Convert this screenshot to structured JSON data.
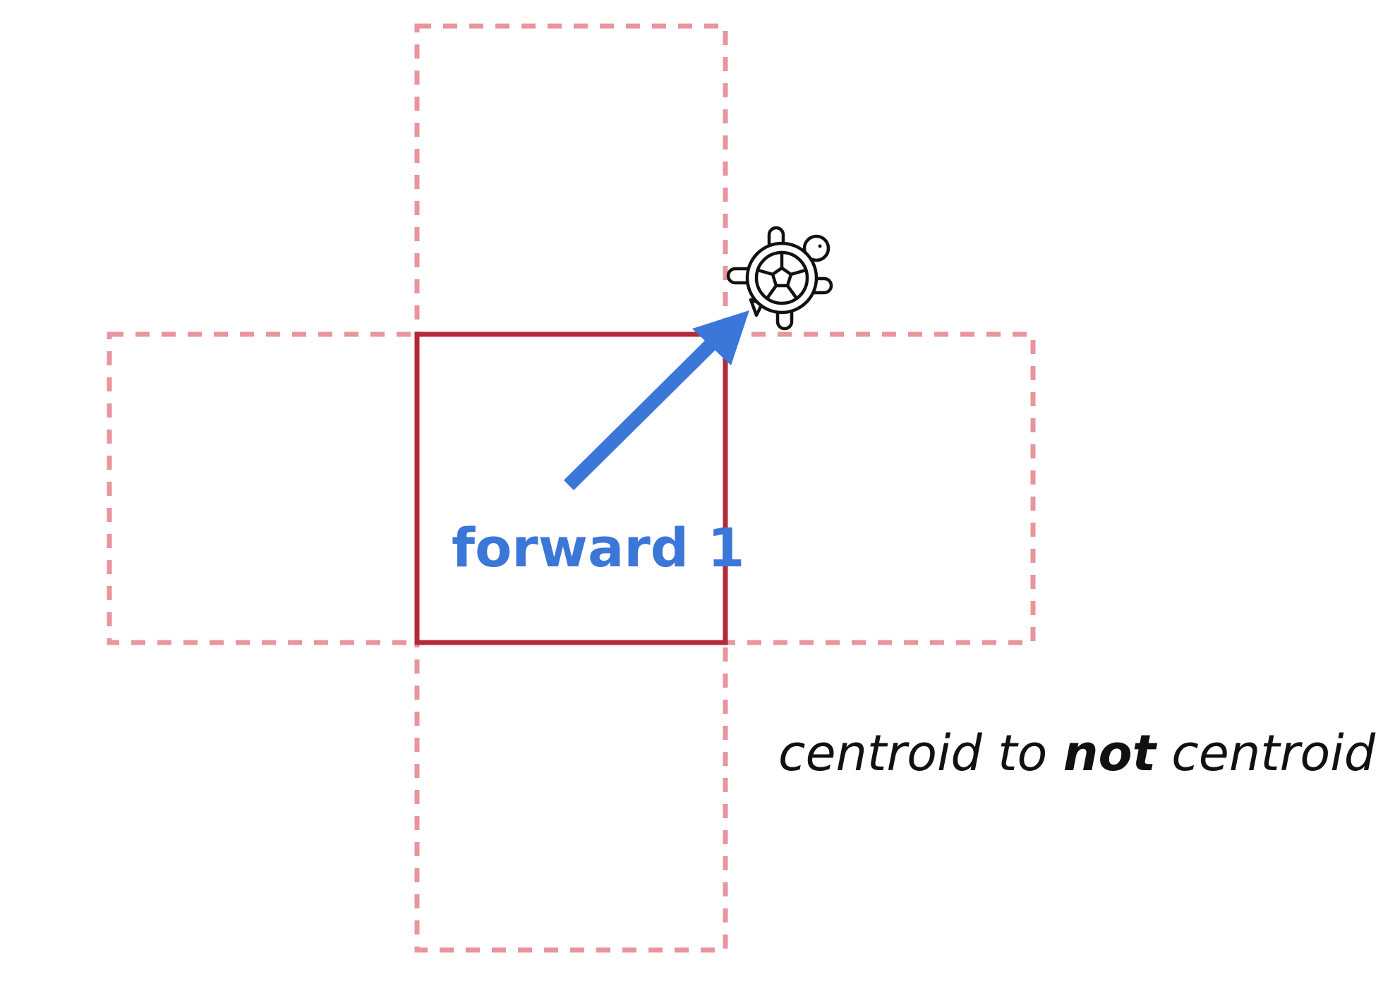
{
  "colors": {
    "dashed_cell": "#e8959d",
    "current_cell": "#b5283a",
    "arrow": "#3b76d9",
    "turtle_stroke": "#111111",
    "caption": "#111111"
  },
  "command_label": "forward 1",
  "caption": {
    "part1": "centroid to ",
    "emphasis": "not",
    "part2": " centroid"
  },
  "icons": {
    "turtle": "turtle-icon"
  }
}
